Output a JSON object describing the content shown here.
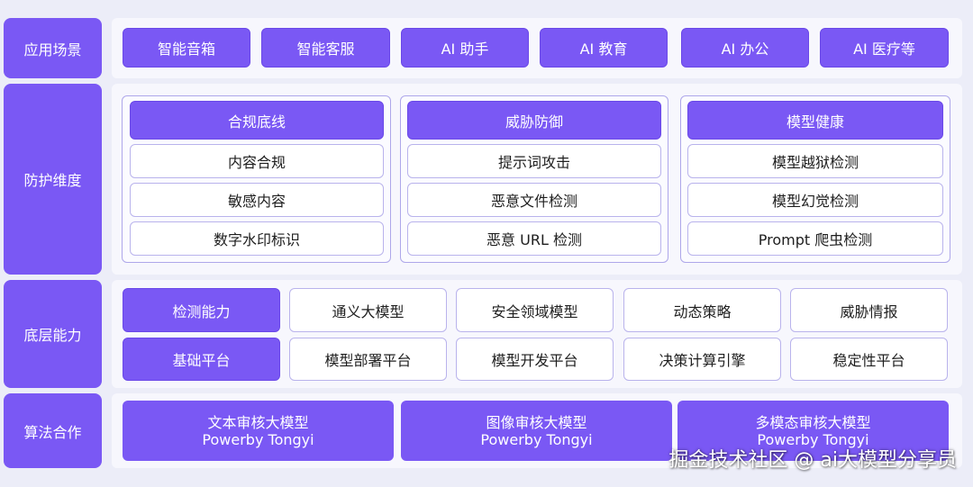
{
  "rows": {
    "scenarios": {
      "label": "应用场景",
      "items": [
        "智能音箱",
        "智能客服",
        "AI 助手",
        "AI 教育",
        "AI 办公",
        "AI 医疗等"
      ]
    },
    "protection": {
      "label": "防护维度",
      "groups": [
        {
          "title": "合规底线",
          "items": [
            "内容合规",
            "敏感内容",
            "数字水印标识"
          ]
        },
        {
          "title": "威胁防御",
          "items": [
            "提示词攻击",
            "恶意文件检测",
            "恶意 URL 检测"
          ]
        },
        {
          "title": "模型健康",
          "items": [
            "模型越狱检测",
            "模型幻觉检测",
            "Prompt 爬虫检测"
          ]
        }
      ]
    },
    "capability": {
      "label": "底层能力",
      "lines": [
        {
          "head": "检测能力",
          "items": [
            "通义大模型",
            "安全领域模型",
            "动态策略",
            "威胁情报"
          ]
        },
        {
          "head": "基础平台",
          "items": [
            "模型部署平台",
            "模型开发平台",
            "决策计算引擎",
            "稳定性平台"
          ]
        }
      ]
    },
    "algorithm": {
      "label": "算法合作",
      "items": [
        {
          "name": "文本审核大模型",
          "sub": "Powerby Tongyi"
        },
        {
          "name": "图像审核大模型",
          "sub": "Powerby Tongyi"
        },
        {
          "name": "多模态审核大模型",
          "sub": "Powerby Tongyi"
        }
      ]
    }
  },
  "watermark": "掘金技术社区 @ ai大模型分享员",
  "colors": {
    "accent": "#7a58f4",
    "border": "#b9b3ec",
    "background": "#ecedf8"
  }
}
